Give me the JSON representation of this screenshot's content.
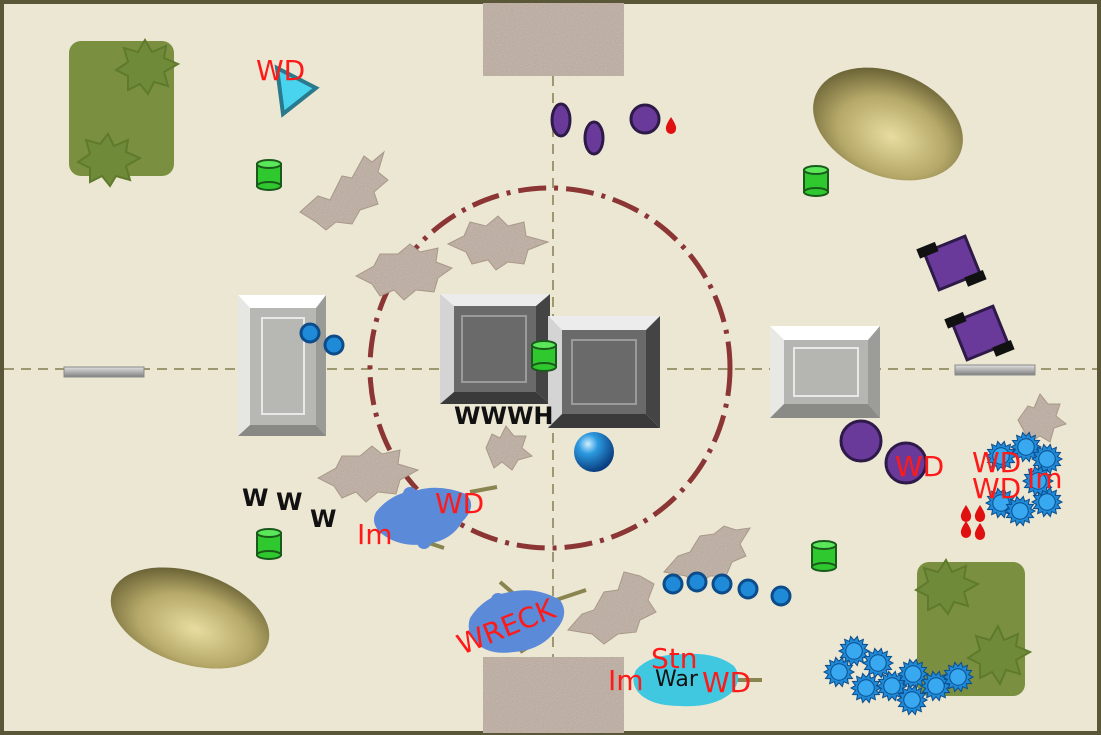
{
  "colors": {
    "board": "#ece7d3",
    "border": "#5a5638",
    "centerline": "#9e9870",
    "objective_ring": "#8b3535",
    "forest": "#7a9040",
    "forest_bush": "#6f8a38",
    "hill": "#b8ad72",
    "ruin_fill": "#9a8878",
    "crater_fill": "#a89888",
    "objective_marker": "#2fc82f",
    "purple_unit": "#6a3a9a",
    "blue_unit": "#1e8ad8",
    "cyan_unit": "#40c8e0",
    "vehicle_blue": "#5b8ad8",
    "label_red": "#ff1a1a",
    "label_black": "#111111"
  },
  "icons": {
    "objective": "green-canister-icon",
    "blood": "blood-drop-icon",
    "infantry_blue": "blue-disc-icon",
    "infantry_burst": "blue-starburst-icon",
    "monster_purple": "purple-disc-icon",
    "walker_purple": "purple-walker-icon",
    "player_marker": "cyan-triangle-icon",
    "orb": "blue-orb-icon"
  },
  "labels": {
    "wd_tl": "WD",
    "wwwh": "WWWH",
    "w1": "W",
    "w2": "W",
    "w3": "W",
    "wd_vehicle": "WD",
    "im_vehicle": "Im",
    "wreck": "WRECK",
    "stn": "Stn",
    "im_bottom": "Im",
    "war": "War",
    "wd_bottom": "WD",
    "wd_purple": "WD",
    "wd_right1": "WD",
    "wd_right2": "WD",
    "im_right": "Im"
  }
}
